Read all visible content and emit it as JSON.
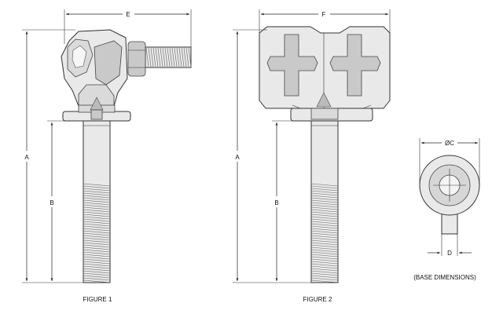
{
  "labels": {
    "dim_A": "A",
    "dim_B": "B",
    "dim_E": "E",
    "dim_F": "F",
    "dim_C": "ØC",
    "dim_D": "D"
  },
  "captions": {
    "figure1": "FIGURE 1",
    "figure2": "FIGURE 2",
    "base": "(BASE DIMENSIONS)"
  }
}
